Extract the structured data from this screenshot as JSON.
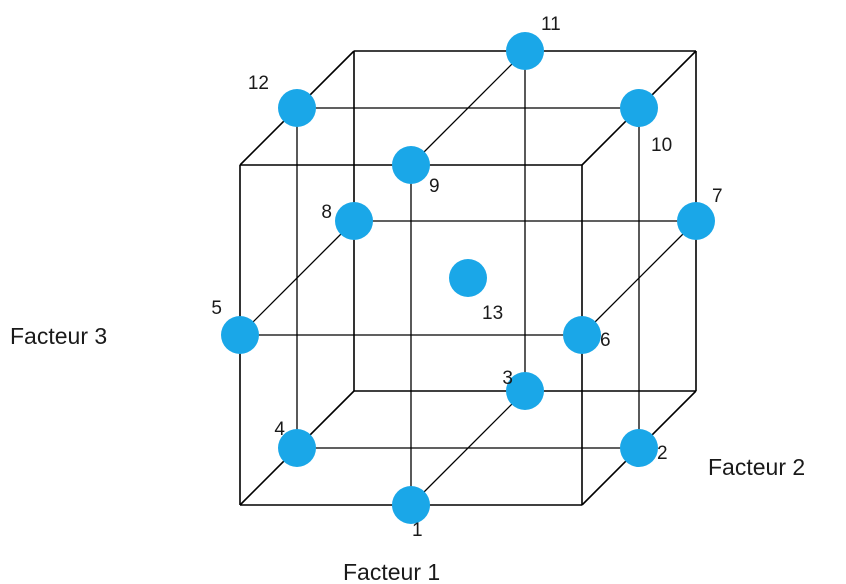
{
  "diagram": {
    "type": "box-behnken-design-cube",
    "point_color": "#1aa7e8",
    "line_color": "#000000",
    "axes": {
      "factor1": "Facteur 1",
      "factor2": "Facteur 2",
      "factor3": "Facteur 3"
    },
    "points": [
      {
        "label": "1"
      },
      {
        "label": "2"
      },
      {
        "label": "3"
      },
      {
        "label": "4"
      },
      {
        "label": "5"
      },
      {
        "label": "6"
      },
      {
        "label": "7"
      },
      {
        "label": "8"
      },
      {
        "label": "9"
      },
      {
        "label": "10"
      },
      {
        "label": "11"
      },
      {
        "label": "12"
      },
      {
        "label": "13"
      }
    ]
  }
}
